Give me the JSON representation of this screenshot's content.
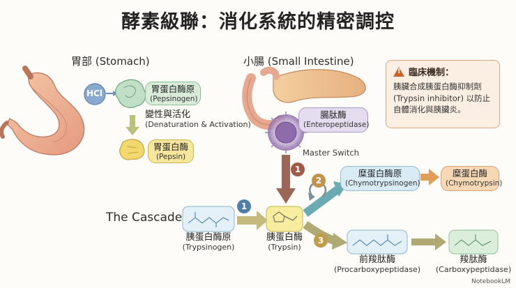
{
  "title": "酵素級聯：消化系統的精密調控",
  "sections": {
    "stomach": "胃部 (Stomach)",
    "intestine": "小腸 (Small Intestine)",
    "cascade": "The Cascade"
  },
  "stomach": {
    "hcl": "HCl",
    "pepsinogen": {
      "zh": "胃蛋白酶原",
      "en": "(Pepsinogen)"
    },
    "process": {
      "zh": "變性與活化",
      "en": "(Denaturation & Activation)"
    },
    "pepsin": {
      "zh": "胃蛋白酶",
      "en": "(Pepsin)"
    }
  },
  "intestine": {
    "enteropeptidase": {
      "zh": "腸肽酶",
      "en": "(Enteropeptidase)"
    },
    "master_switch": "Master Switch"
  },
  "clinical": {
    "heading": "臨床機制：",
    "body": "胰臟合成胰蛋白酶抑制劑 (Trypsin inhibitor) 以防止自體消化與胰臟炎。"
  },
  "cascade": {
    "trypsinogen": {
      "zh": "胰蛋白酶原",
      "en": "(Trypsinogen)"
    },
    "trypsin": {
      "zh": "胰蛋白酶",
      "en": "(Trypsin)"
    },
    "chymotrypsinogen": {
      "zh": "糜蛋白酶原",
      "en": "(Chymotrypsinogen)"
    },
    "chymotrypsin": {
      "zh": "糜蛋白酶",
      "en": "(Chymotrypsin)"
    },
    "procarboxypeptidase": {
      "zh": "前羧肽酶",
      "en": "(Procarboxypeptidase)"
    },
    "carboxypeptidase": {
      "zh": "羧肽酶",
      "en": "(Carboxypeptidase)"
    }
  },
  "steps": [
    "1",
    "1",
    "2",
    "3"
  ],
  "logo": "NotebookLM",
  "colors": {
    "pepsinogen_fill": "#d8ecd9",
    "pepsin_fill": "#f6e79c",
    "enteropeptidase_fill": "#e4dcef",
    "trypsin_fill": "#f8ec9e",
    "chymo_fill": "#d9ecf6",
    "chymotrypsin_fill": "#f7d8b4",
    "carboxy_fill": "#dbeedb",
    "note_border": "#d9a57e",
    "arrow_brown": "#9b6655",
    "arrow_teal": "#5f9ea8",
    "arrow_olive": "#a8ad6f"
  }
}
